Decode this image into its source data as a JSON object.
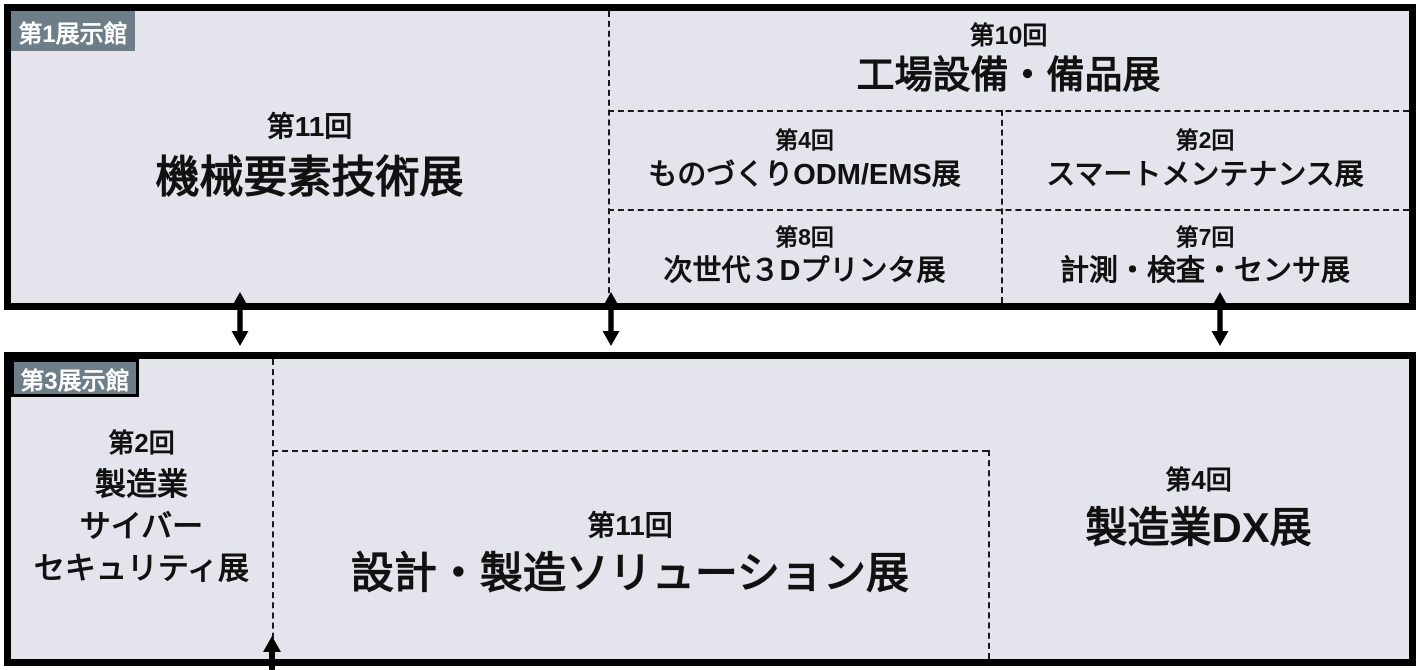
{
  "hall1": {
    "label": "第1展示館",
    "cells": {
      "mechanical": {
        "edition": "第11回",
        "name": "機械要素技術展"
      },
      "factory_equipment": {
        "edition": "第10回",
        "name": "工場設備・備品展"
      },
      "odm_ems": {
        "edition": "第4回",
        "name": "ものづくりODM/EMS展"
      },
      "smart_maintenance": {
        "edition": "第2回",
        "name": "スマートメンテナンス展"
      },
      "printer_3d": {
        "edition": "第8回",
        "name": "次世代３Dプリンタ展"
      },
      "measurement_sensor": {
        "edition": "第7回",
        "name": "計測・検査・センサ展"
      }
    }
  },
  "hall3": {
    "label": "第3展示館",
    "cells": {
      "cybersecurity": {
        "edition": "第2回",
        "name_line1": "製造業",
        "name_line2": "サイバー",
        "name_line3": "セキュリティ展"
      },
      "design_solution": {
        "edition": "第11回",
        "name": "設計・製造ソリューション展"
      },
      "dx": {
        "edition": "第4回",
        "name": "製造業DX展"
      }
    }
  },
  "icons": {
    "hall_connector": "double-headed-vertical-arrow",
    "exit_arrow": "up-arrow-through-bottom-border"
  },
  "colors": {
    "hall_fill": "#e4e4ec",
    "hall_border": "#000000",
    "label_bg": "#6d7e88",
    "label_text": "#ffffff",
    "text": "#111111",
    "divider": "#1a1a1a",
    "arrow": "#000000",
    "page_bg": "#ffffff"
  }
}
